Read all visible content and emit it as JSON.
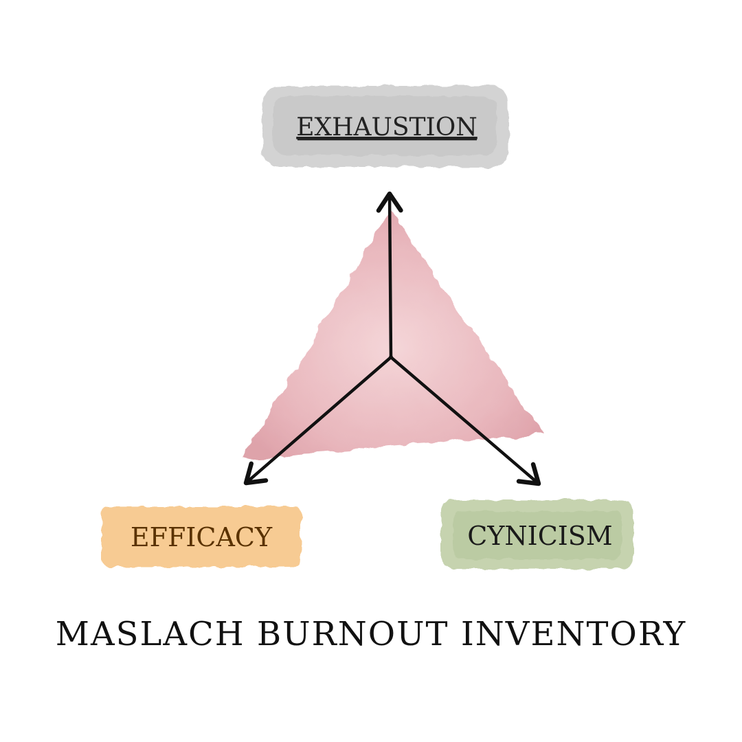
{
  "title": "MASLACH BURNOUT INVENTORY",
  "nodes": [
    {
      "id": "exhaustion",
      "label": "EXHAUSTION",
      "color": "#cfcfcf",
      "text_color": "#222222",
      "underlined": true
    },
    {
      "id": "efficacy",
      "label": "EFFICACY",
      "color": "#f7c98e",
      "text_color": "#5a3200",
      "underlined": false
    },
    {
      "id": "cynicism",
      "label": "CYNICISM",
      "color": "#c3d1ab",
      "text_color": "#1a1a1a",
      "underlined": false
    }
  ],
  "colors": {
    "triangle": "#e4a9b0",
    "arrow": "#111111"
  }
}
